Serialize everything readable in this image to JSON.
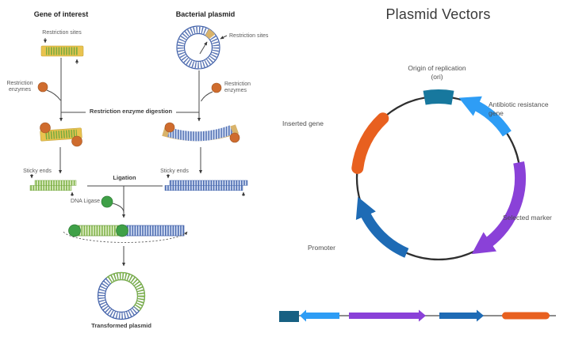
{
  "left_panel": {
    "gene_of_interest": {
      "title": "Gene of interest",
      "restriction_sites": "Restriction sites",
      "restriction_enzymes": "Restriction enzymes",
      "sticky_ends": "Sticky ends"
    },
    "bacterial_plasmid": {
      "title": "Bacterial plasmid",
      "restriction_sites": "Restriction sites",
      "restriction_enzymes": "Restriction enzymes",
      "sticky_ends": "Sticky ends"
    },
    "steps": {
      "digestion": "Restriction enzyme digestion",
      "ligation": "Ligation",
      "dna_ligase": "DNA Ligase"
    },
    "result": {
      "label": "Transformed plasmid"
    }
  },
  "right_panel": {
    "title": "Plasmid Vectors",
    "features": {
      "ori": "Origin of replication (ori)",
      "antibiotic": "Antibiotic resistance gene",
      "selected_marker": "Selected marker",
      "promoter": "Promoter",
      "inserted_gene": "Inserted gene"
    }
  },
  "colors": {
    "ori": "#17789e",
    "antibiotic_resistance": "#2e9df5",
    "selected_marker": "#8a41d8",
    "promoter": "#1e6bb5",
    "inserted_gene": "#e8601f",
    "linear_ori_block": "#176082",
    "restriction_enzyme": "#cf6c2e",
    "dna_ligase": "#3fa047",
    "gene_dna_yellow": "#e9c34f",
    "gene_dna_green_stripe": "#7fb347",
    "plasmid_dna_blue": "#3f5fa8",
    "backbone_line": "#666666"
  }
}
